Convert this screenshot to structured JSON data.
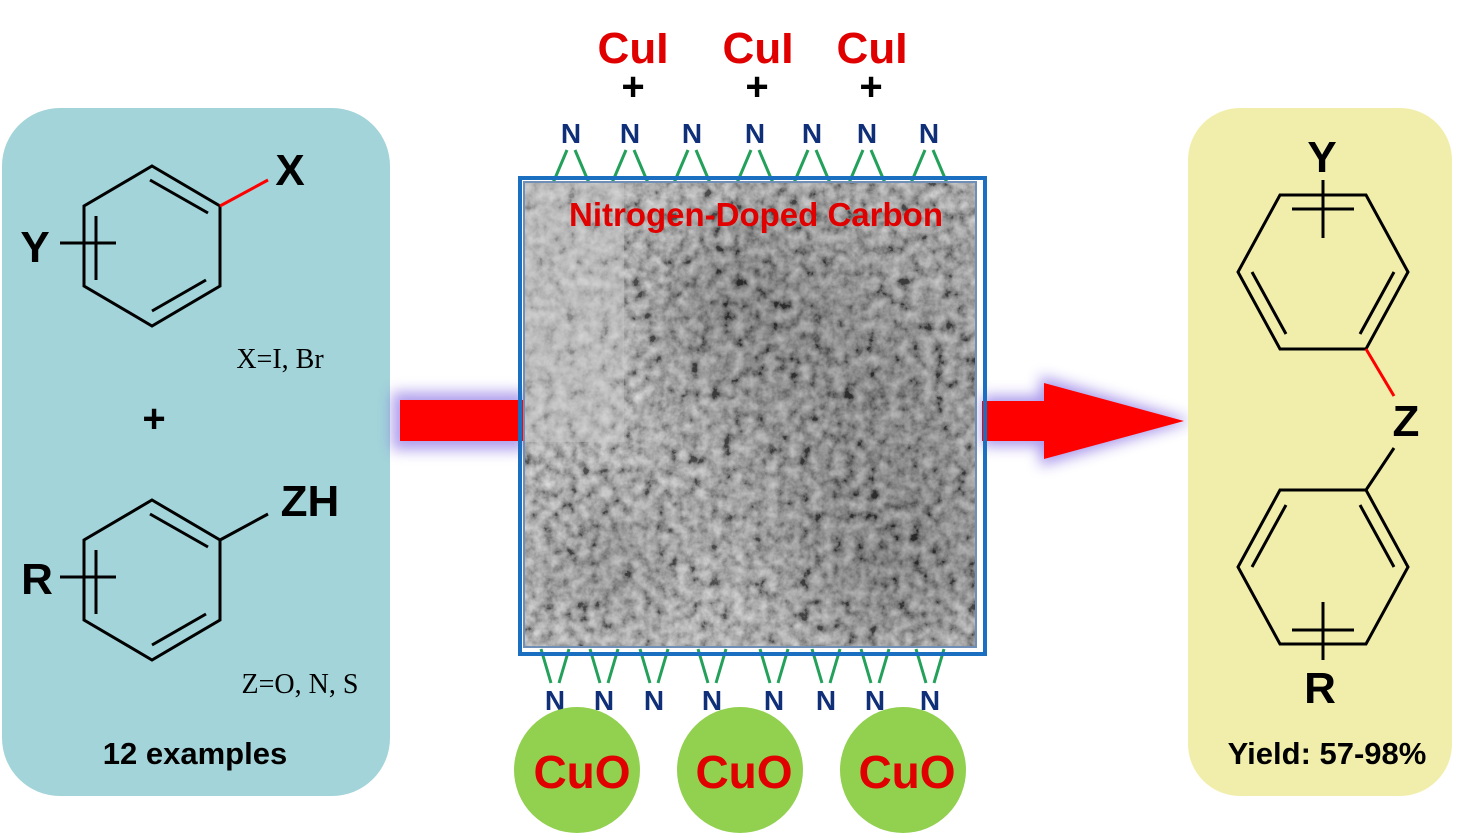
{
  "left_panel": {
    "substituent_y": "Y",
    "leaving_group": "X",
    "x_condition": "X=I, Br",
    "plus": "+",
    "substituent_r": "R",
    "nucleophile": "ZH",
    "z_condition": "Z=O, N, S",
    "examples": "12 examples"
  },
  "catalyst": {
    "title": "Nitrogen-Doped Carbon",
    "top_reagents": [
      "CuI",
      "CuI",
      "CuI"
    ],
    "plus": "+",
    "n_label": "N",
    "bottom_particles": [
      "CuO",
      "CuO",
      "CuO"
    ]
  },
  "right_panel": {
    "substituent_y": "Y",
    "linker": "Z",
    "substituent_r": "R",
    "yield": "Yield: 57-98%"
  },
  "colors": {
    "left_panel_bg": "#a3d4d9",
    "right_panel_bg": "#f1eeab",
    "arrow": "#ff0000",
    "arrow_glow": "#7a5fe0",
    "highlight_text": "#e00000",
    "nitrogen": "#0f2f78",
    "nitrogen_bond": "#23a05a",
    "cuo_particle": "#92d050",
    "catalyst_frame": "#1a6fc0"
  }
}
